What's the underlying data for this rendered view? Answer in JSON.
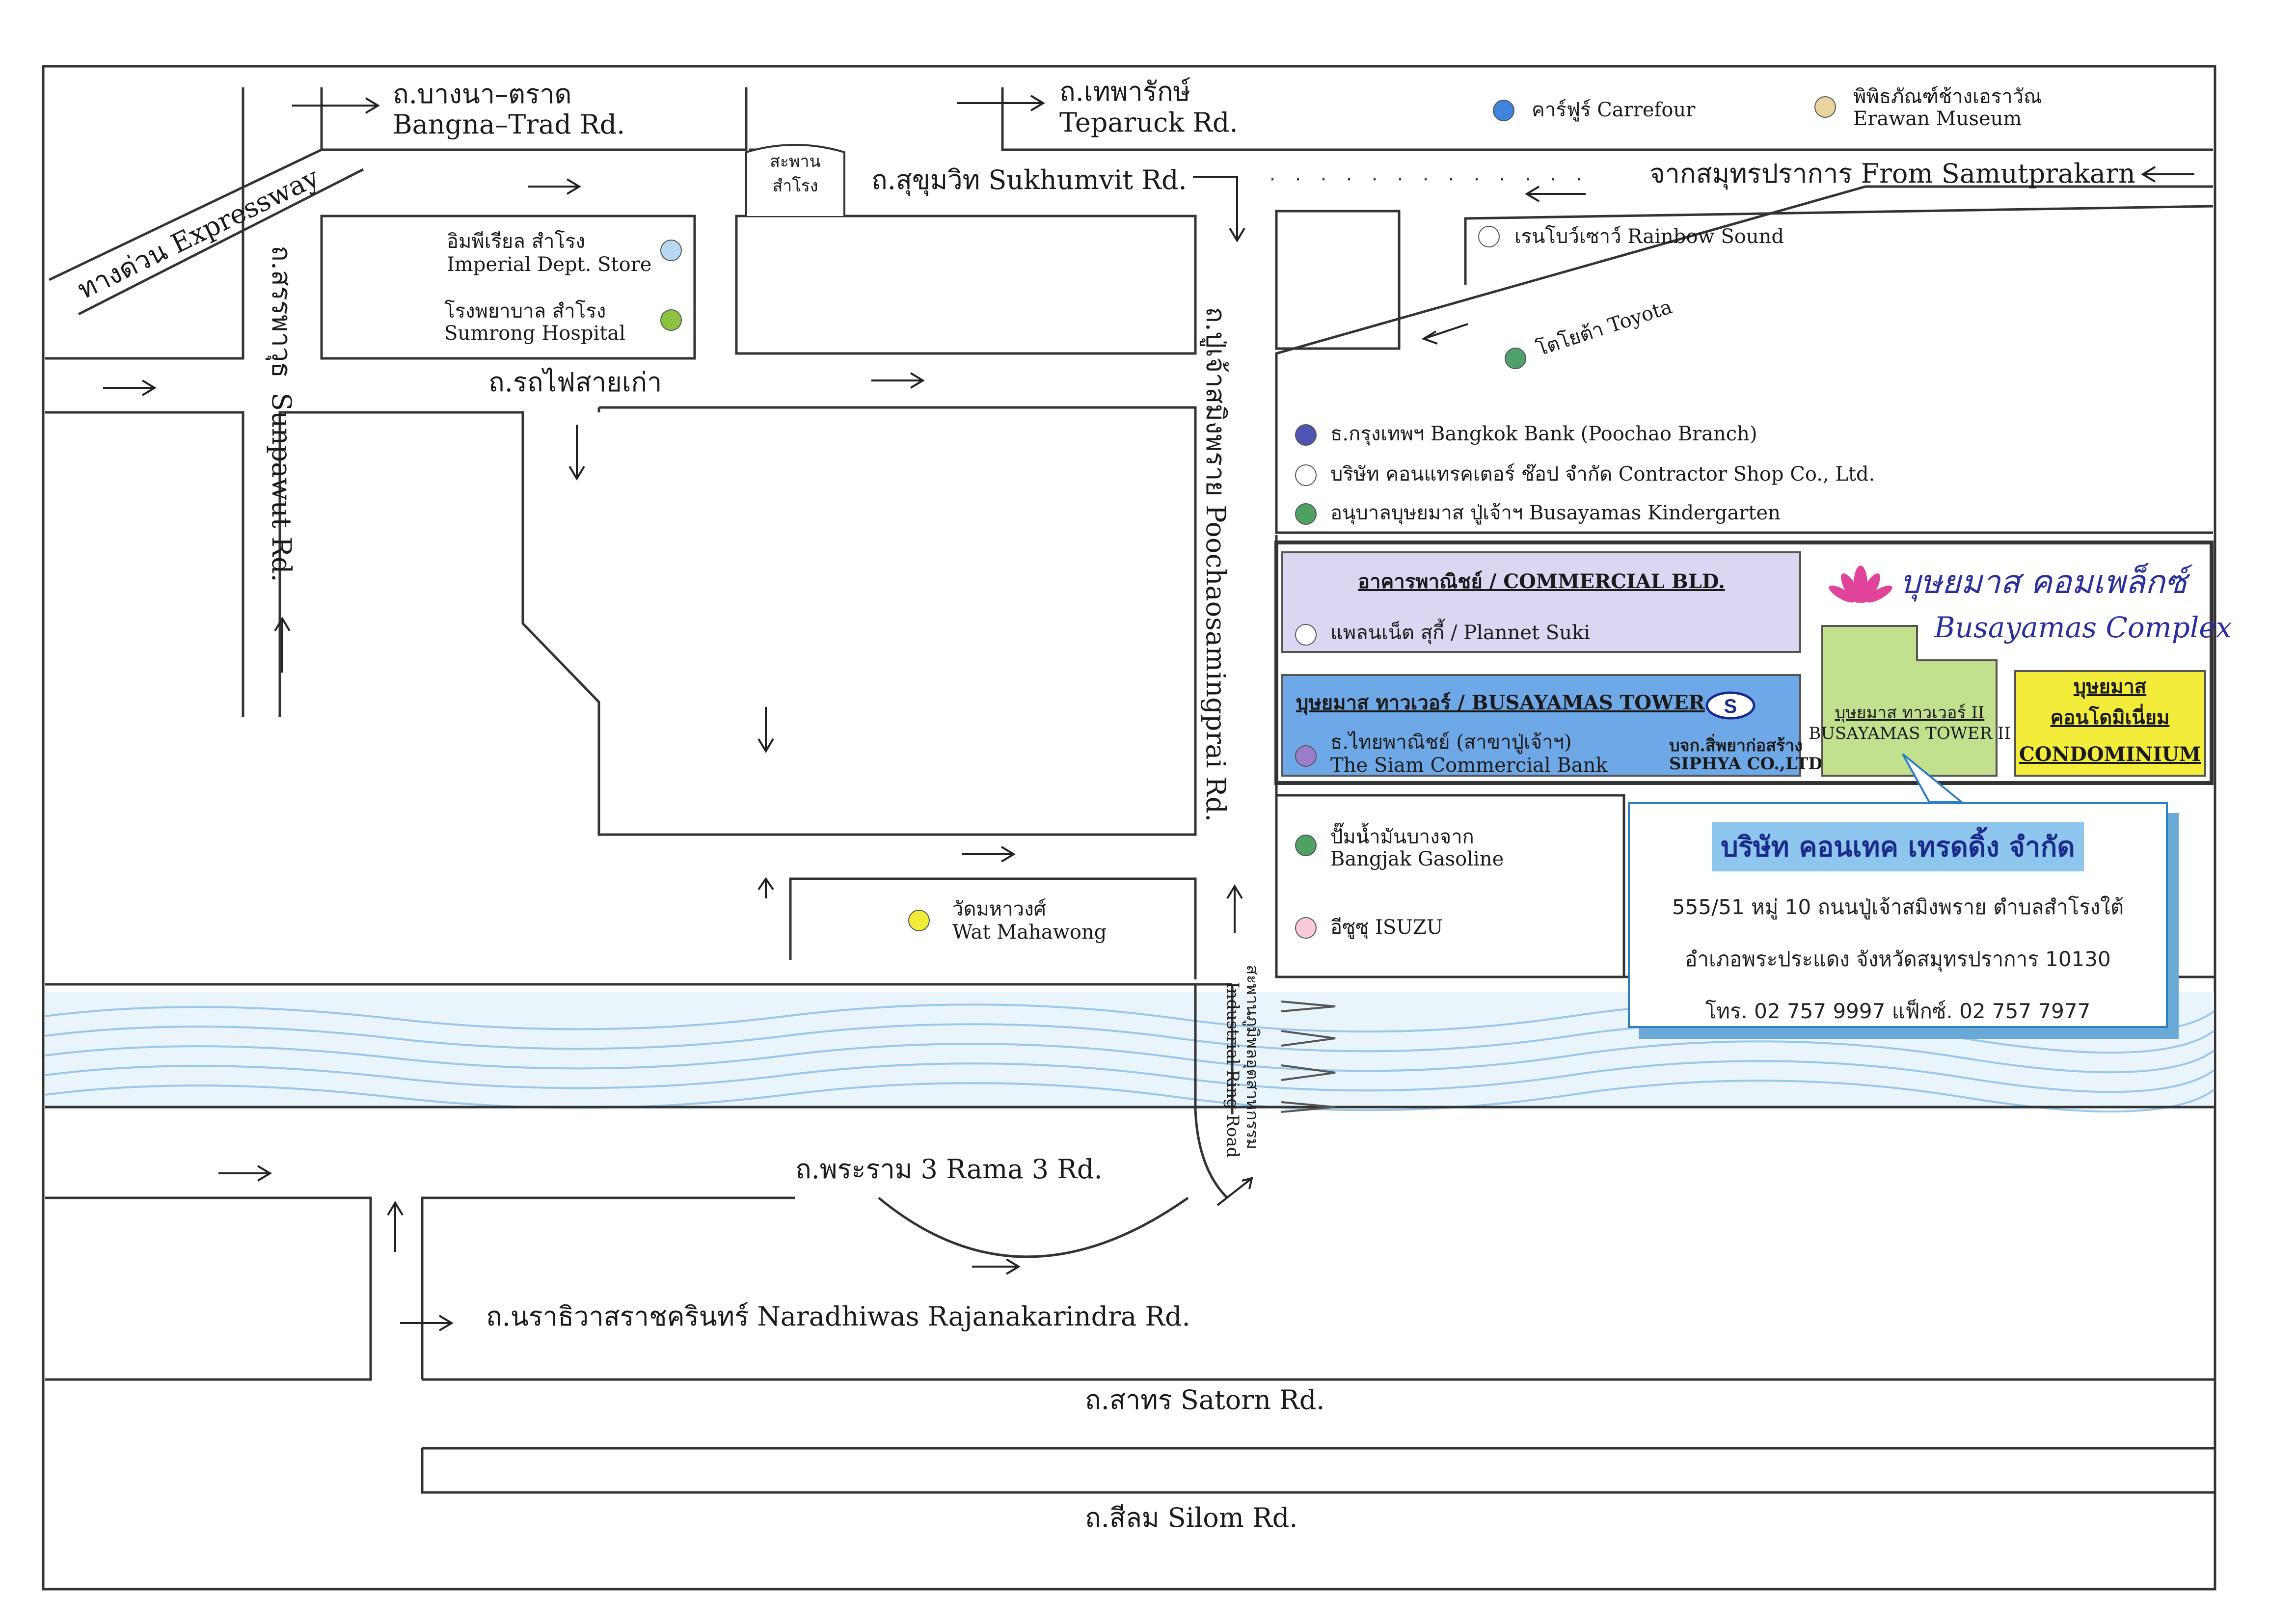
{
  "roads": {
    "bangna_th": "ถ.บางนา–ตราด",
    "bangna_en": "Bangna–Trad Rd.",
    "teparuck_th": "ถ.เทพารักษ์",
    "teparuck_en": "Teparuck Rd.",
    "expressway": "ทางด่วน Expressway",
    "sukhumvit": "ถ.สุขุมวิท Sukhumvit Rd.",
    "samutprakarn": "จากสมุทรปราการ From Samutprakarn",
    "sunpawut_th": "ถ.สรรพาวุธ",
    "sunpawut_en": "Sunpawut Rd.",
    "rotfai": "ถ.รถไฟสายเก่า",
    "poochao": "ถ.ปู่เจ้าสมิงพราย Poochaosamingprai Rd.",
    "ring_th": "สะพานภูมิพลอุตสาหกรรม",
    "ring_en": "Industrial Ring Road",
    "rama3": "ถ.พระราม 3 Rama 3 Rd.",
    "naradhiwas": "ถ.นราธิวาสราชครินทร์ Naradhiwas Rajanakarindra Rd.",
    "satorn": "ถ.สาทร Satorn Rd.",
    "silom": "ถ.สีลม Silom Rd."
  },
  "bridge": {
    "line1": "สะพาน",
    "line2": "สำโรง"
  },
  "landmarks": {
    "carrefour": "คาร์ฟูร์ Carrefour",
    "erawan_th": "พิพิธภัณฑ์ช้างเอราวัณ",
    "erawan_en": "Erawan Museum",
    "imperial_th": "อิมพีเรียล สำโรง",
    "imperial_en": "Imperial Dept. Store",
    "hospital_th": "โรงพยาบาล สำโรง",
    "hospital_en": "Sumrong Hospital",
    "rainbow": "เรนโบว์เซาว์ Rainbow Sound",
    "toyota": "โตโยต้า Toyota",
    "bangkokbank": "ธ.กรุงเทพฯ Bangkok Bank (Poochao Branch)",
    "contractor": "บริษัท คอนแทรคเตอร์ ช๊อป จำกัด Contractor Shop Co., Ltd.",
    "kindergarten": "อนุบาลบุษยมาส ปู่เจ้าฯ Busayamas Kindergarten",
    "gasoline_th": "ปั๊มน้ำมันบางจาก",
    "gasoline_en": "Bangjak Gasoline",
    "isuzu": "อีซูซุ ISUZU",
    "wat_th": "วัดมหาวงศ์",
    "wat_en": "Wat Mahawong"
  },
  "complex": {
    "commercial_title": "อาคารพาณิชย์ / COMMERCIAL BLD.",
    "plannet": "แพลนเน็ต สุกี้ / Plannet Suki",
    "tower_title": "บุษยมาส ทาวเวอร์ / BUSAYAMAS TOWER",
    "scb_th": "ธ.ไทยพาณิชย์ (สาขาปู่เจ้าฯ)",
    "scb_en": "The Siam Commercial Bank",
    "siphya_th": "บจก.สิ่พยาก่อสร้าง",
    "siphya_en": "SIPHYA CO.,LTD.",
    "logo_th": "บุษยมาส คอมเพล็กซ์",
    "logo_en": "Busayamas Complex",
    "tower2_th": "บุษยมาส ทาวเวอร์ II",
    "tower2_en": "BUSAYAMAS TOWER II",
    "condo_l1": "บุษยมาส",
    "condo_l2": "คอนโดมิเนี่ยม",
    "condo_l3": "CONDOMINIUM"
  },
  "info": {
    "company": "บริษัท คอนเทค เทรดดิ้ง จำกัด",
    "address1": "555/51 หมู่ 10 ถนนปู่เจ้าสมิงพราย ตำบลสำโรงใต้",
    "address2": "อำเภอพระประแดง จังหวัดสมุทรปราการ 10130",
    "phone": "โทร. 02 757 9997  แฟ็กซ์. 02 757 7977"
  },
  "colors": {
    "commercial_fill": "#dcd6f2",
    "tower_fill": "#6fa8e6",
    "tower2_fill": "#c3e08e",
    "condo_fill": "#f4ec3a",
    "river": "#bcdcf2",
    "info_highlight": "#8ec6ee",
    "carrefour": "#3f83dd",
    "erawan": "#ead49d",
    "imperial": "#b7d7f2",
    "hospital": "#8cc23f",
    "toyota": "#4fa06b",
    "bangkokbank": "#4e56b4",
    "kindergarten": "#4ea063",
    "scb": "#9a7cc8",
    "gasoline": "#4ea063",
    "isuzu": "#f6cad6",
    "wat": "#f1ec3a",
    "lotus": "#e1439a"
  }
}
